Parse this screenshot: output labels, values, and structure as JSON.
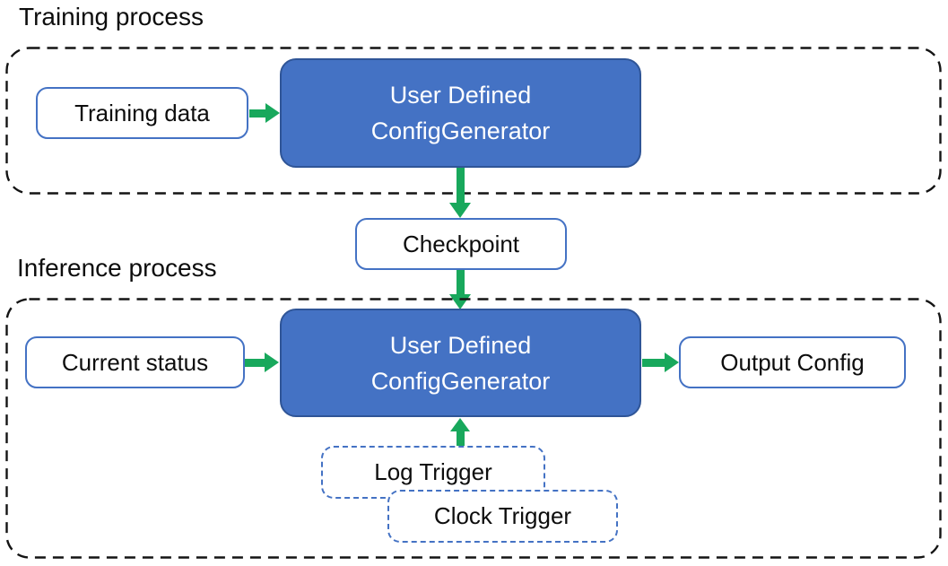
{
  "colors": {
    "box_fill_blue": "#4472C4",
    "box_border_dark": "#2F5597",
    "light_border_blue": "#4472C4",
    "trigger_border_blue": "#4472C4",
    "arrow_green": "#18A85C",
    "dashed_black": "#141414"
  },
  "training": {
    "section_label": "Training process",
    "input_box": "Training data",
    "generator_line1": "User Defined",
    "generator_line2": "ConfigGenerator"
  },
  "checkpoint": {
    "label": "Checkpoint"
  },
  "inference": {
    "section_label": "Inference process",
    "input_box": "Current status",
    "generator_line1": "User Defined",
    "generator_line2": "ConfigGenerator",
    "output_box": "Output Config",
    "triggers": [
      "Log Trigger",
      "Clock Trigger"
    ]
  }
}
